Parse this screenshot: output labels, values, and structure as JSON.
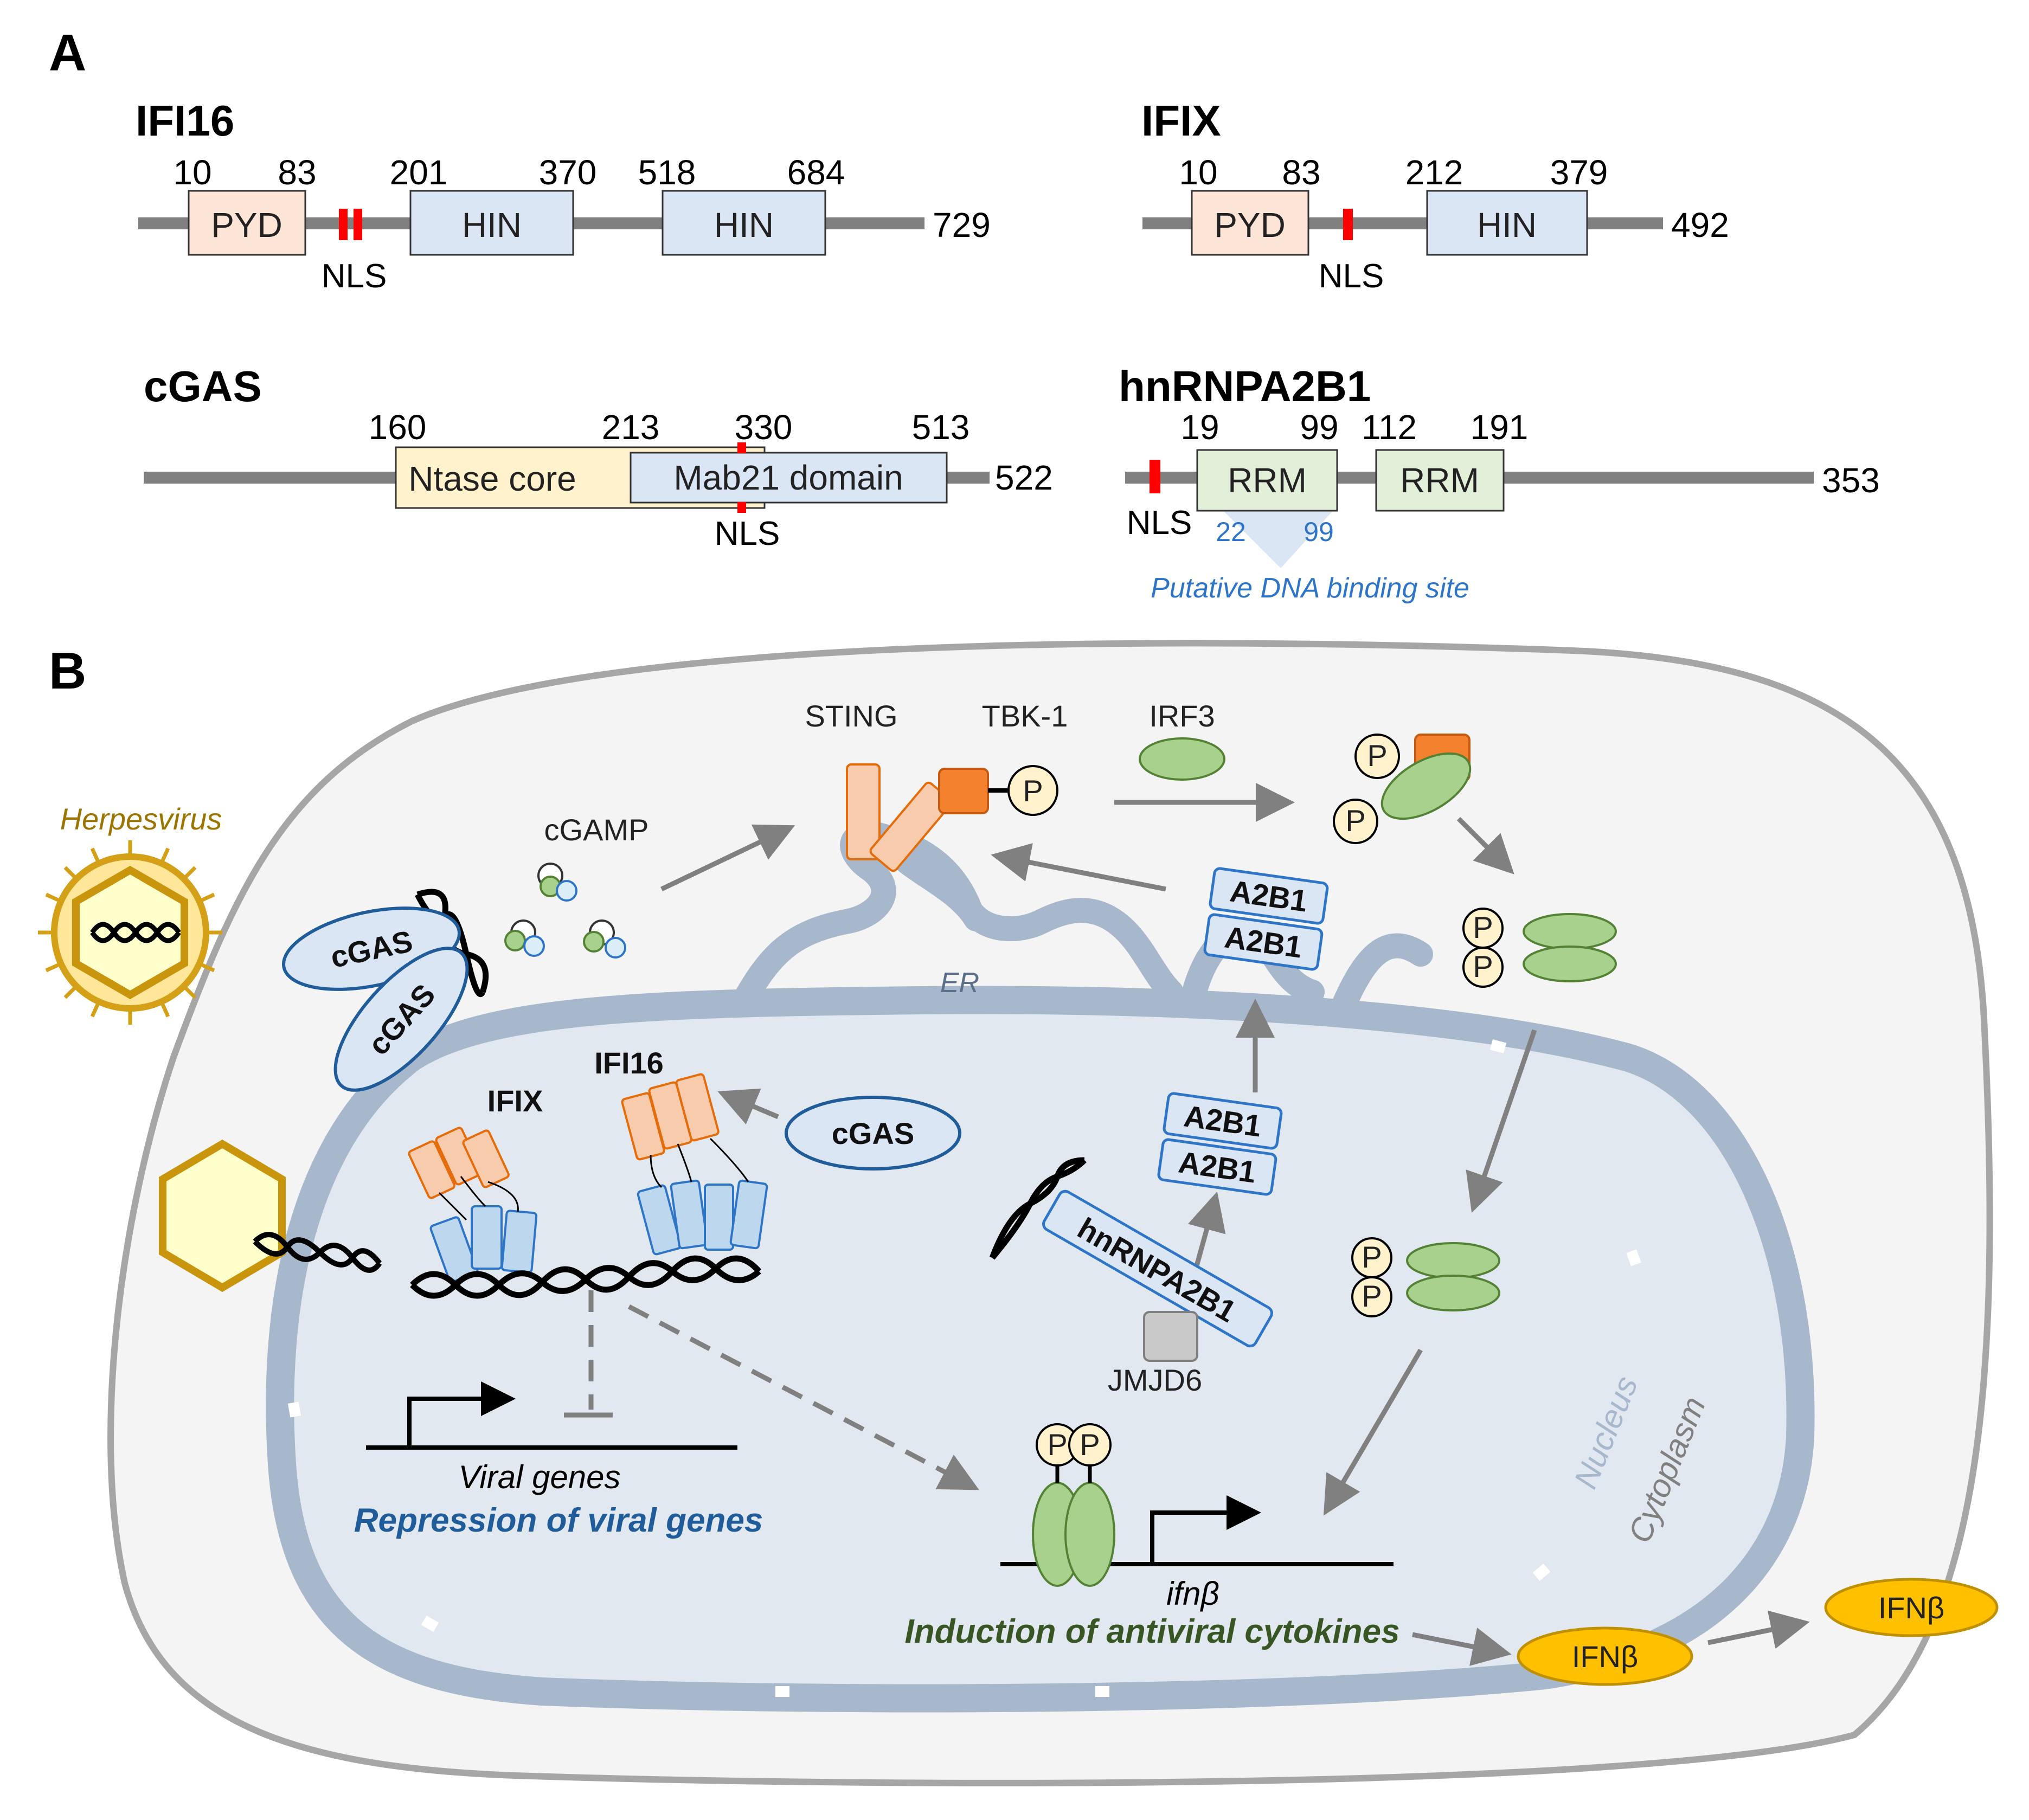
{
  "panels": {
    "a": "A",
    "b": "B"
  },
  "panel_a": {
    "ifi16": {
      "name": "IFI16",
      "positions": [
        "10",
        "83",
        "201",
        "370",
        "518",
        "684"
      ],
      "length": "729",
      "domains": [
        "PYD",
        "HIN",
        "HIN"
      ],
      "nls": "NLS"
    },
    "ifix": {
      "name": "IFIX",
      "positions": [
        "10",
        "83",
        "212",
        "379"
      ],
      "length": "492",
      "domains": [
        "PYD",
        "HIN"
      ],
      "nls": "NLS"
    },
    "cgas": {
      "name": "cGAS",
      "positions": [
        "160",
        "213",
        "330",
        "513"
      ],
      "length": "522",
      "domains": [
        "Ntase core",
        "Mab21 domain"
      ],
      "nls": "NLS"
    },
    "hnrnpa2b1": {
      "name": "hnRNPA2B1",
      "positions": [
        "19",
        "99",
        "112",
        "191"
      ],
      "length": "353",
      "domains": [
        "RRM",
        "RRM"
      ],
      "nls": "NLS",
      "binding_start": "22",
      "binding_end": "99",
      "binding_label": "Putative DNA binding site"
    }
  },
  "panel_b": {
    "herpesvirus": "Herpesvirus",
    "cgas": "cGAS",
    "cgamp": "cGAMP",
    "sting": "STING",
    "tbk1": "TBK-1",
    "irf3": "IRF3",
    "p": "P",
    "a2b1": "A2B1",
    "er": "ER",
    "ifix": "IFIX",
    "ifi16": "IFI16",
    "hnrnpa2b1": "hnRNPA2B1",
    "jmjd6": "JMJD6",
    "viral_genes": "Viral genes",
    "repression": "Repression of viral genes",
    "ifnb_gene": "ifnβ",
    "induction": "Induction of antiviral cytokines",
    "nucleus": "Nucleus",
    "cytoplasm": "Cytoplasm",
    "ifnb": "IFNβ"
  },
  "colors": {
    "backbone": "#808080",
    "pyd": "#fce4d6",
    "hin": "#dae6f3",
    "ntase": "#fff2cc",
    "rrm": "#e2f0d9",
    "nls": "#ff0000",
    "nucleus": "#a7b8cc",
    "cell": "#f4f4f4",
    "sting": "#f8cbad",
    "tbk1": "#f4812d",
    "irf3": "#a9d18e",
    "phospho": "#fff2cc",
    "ifn": "#ffc000",
    "label_blue": "#2e75c8",
    "repression_blue": "#1f5c99",
    "induction_green": "#375623"
  }
}
